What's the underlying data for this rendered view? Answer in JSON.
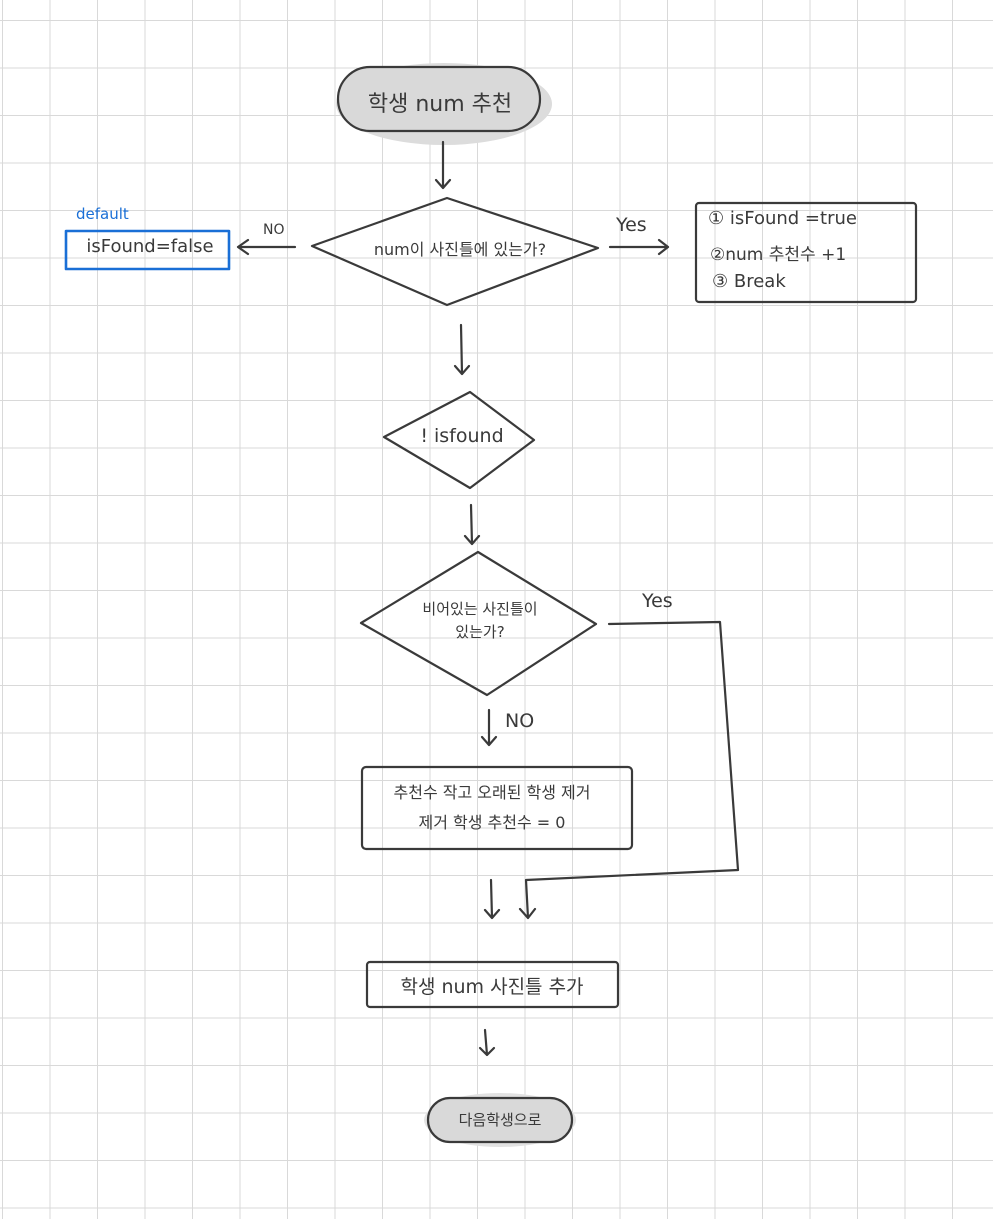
{
  "nodes": {
    "start": "학생 num 추천",
    "check_photo": "num이 사진틀에 있는가?",
    "not_found": "! isfound",
    "check_empty": "비어있는 사진틀이\n있는가?",
    "remove": "추천수 작고 오래된 학생 제거\n제거 학생 추천수 = 0",
    "add": "학생 num 사진틀 추가",
    "end": "다음학생으로"
  },
  "default_box": {
    "tag": "default",
    "text": "isFound=false"
  },
  "found_box": {
    "lines": [
      "① isFound =true",
      "②num 추천수 +1",
      "③ Break"
    ]
  },
  "edges": {
    "yes_1": "Yes",
    "no_1": "NO",
    "yes_2": "Yes",
    "no_2": "NO"
  },
  "colors": {
    "ink": "#3a3a3a",
    "terminal_fill": "#d9d9d9",
    "accent_blue": "#1a6fd6",
    "grid": "#d9d9d9"
  }
}
